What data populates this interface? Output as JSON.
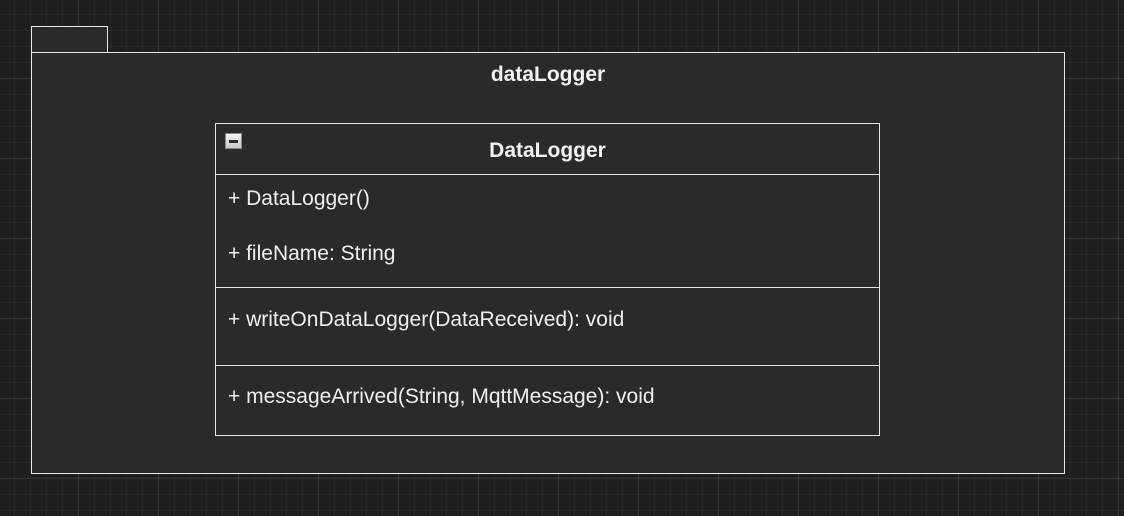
{
  "diagram": {
    "package": {
      "name": "dataLogger"
    },
    "class": {
      "name": "DataLogger",
      "attributes": [
        "+ DataLogger()",
        "+ fileName: String"
      ],
      "methods": [
        "+ writeOnDataLogger(DataReceived): void"
      ],
      "handlers": [
        "+ messageArrived(String, MqttMessage): void"
      ],
      "collapse_icon": "minus-box-icon"
    }
  }
}
